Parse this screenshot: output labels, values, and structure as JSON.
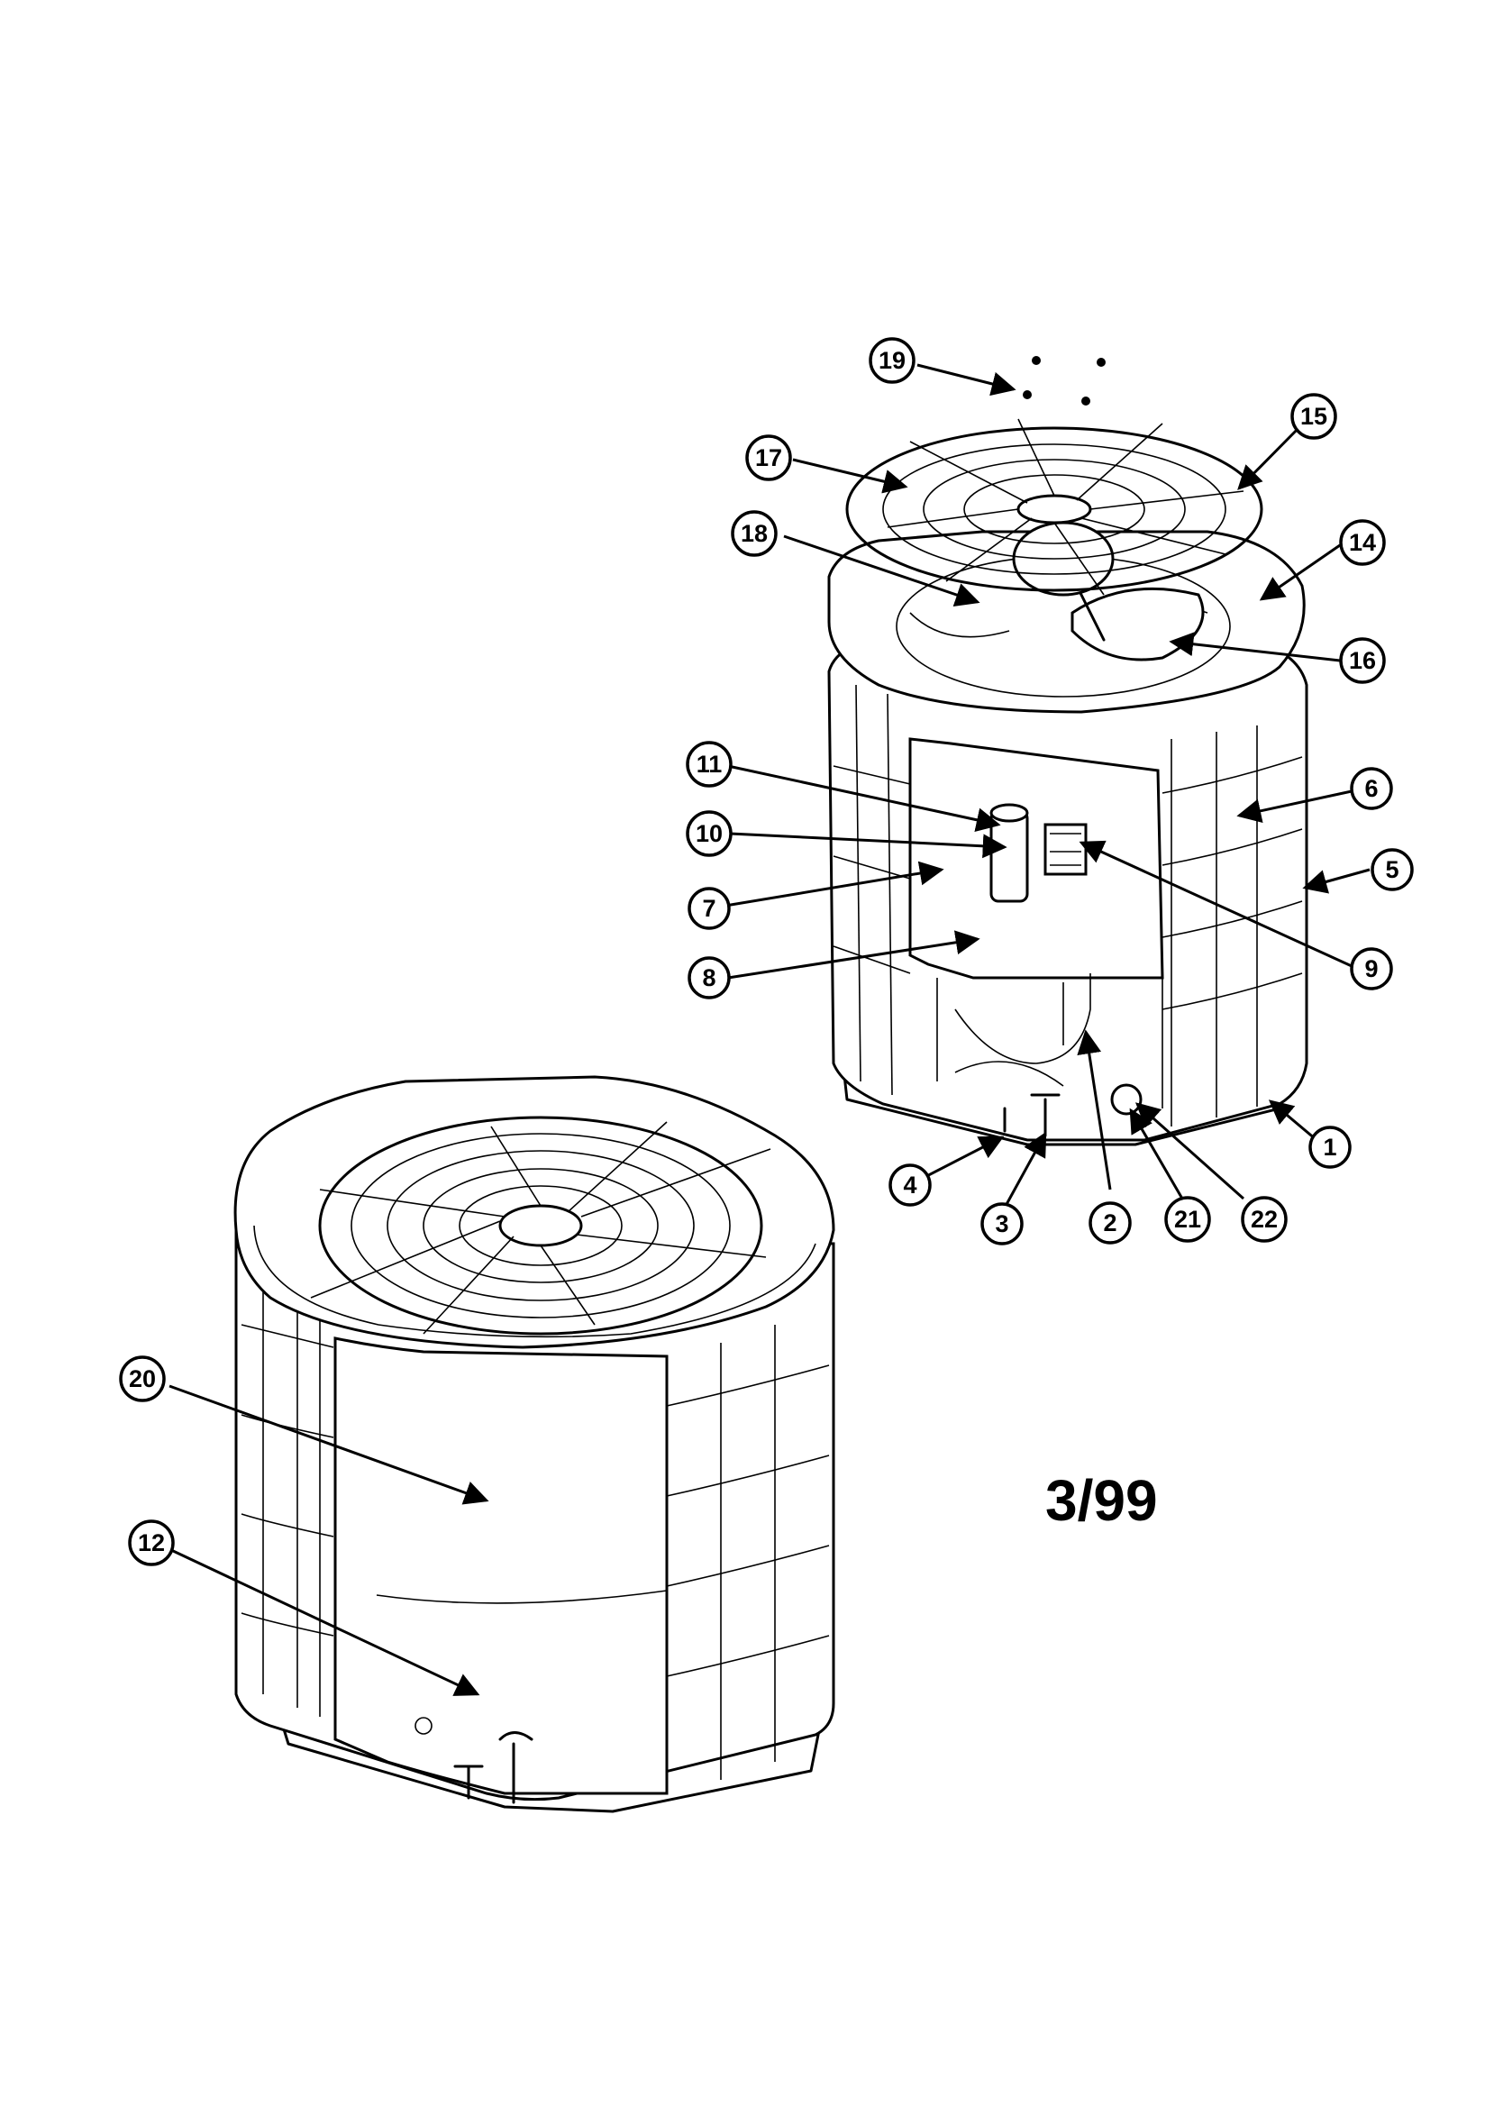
{
  "date_code": "3/99",
  "callouts": [
    "1",
    "2",
    "3",
    "4",
    "5",
    "6",
    "7",
    "8",
    "9",
    "10",
    "11",
    "12",
    "14",
    "15",
    "16",
    "17",
    "18",
    "19",
    "20",
    "21",
    "22"
  ]
}
